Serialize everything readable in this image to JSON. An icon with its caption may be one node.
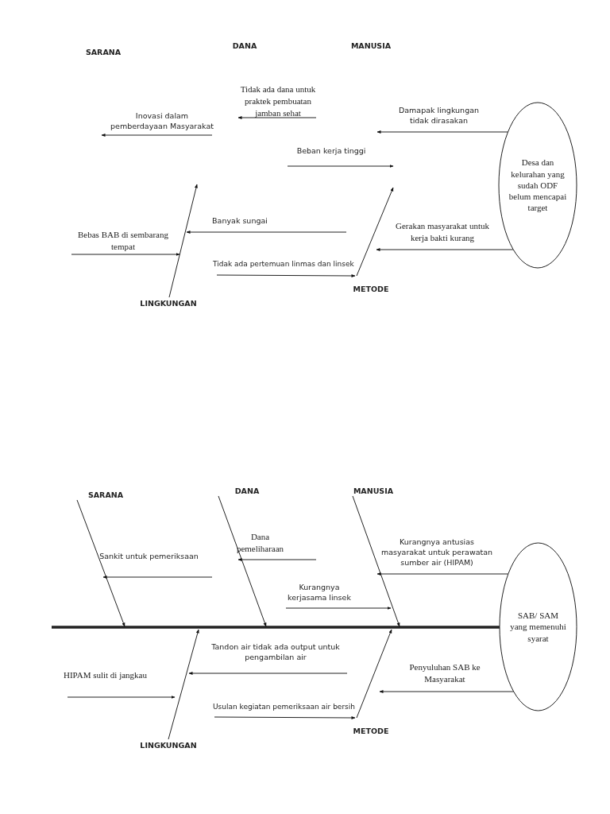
{
  "diagram": {
    "nodes": [
      {
        "text": [
          "Desa dan kelurahan yang sudah ODF belum mencapai target"
        ]
      },
      {
        "text": [
          "LINGKUNGAN"
        ]
      },
      {
        "text": [
          "METODE"
        ]
      },
      {
        "text": [
          "SARANA"
        ]
      },
      {
        "text": [
          "DANA"
        ]
      },
      {
        "text": [
          "MANUSIA"
        ]
      },
      {
        "text": [
          "SAB/ SAM yang memenuhi syarat"
        ]
      },
      {
        "text": [
          "LINGKUNGAN"
        ]
      },
      {
        "text": [
          "METODE"
        ]
      }
    ],
    "edges": [
      {
        "from": 0,
        "to": null,
        "arrow": "to",
        "label": "Damapak lingkungan tidak dirasakan"
      },
      {
        "from": 0,
        "to": null,
        "arrow": "to",
        "label": "Gerakan masyarakat untuk kerja bakti kurang"
      },
      {
        "from": 1,
        "to": null,
        "arrow": "to"
      },
      {
        "from": 2,
        "to": null,
        "arrow": "to"
      },
      {
        "from": null,
        "to": 6,
        "arrow": "none",
        "style": "thick"
      },
      {
        "from": 3,
        "to": null,
        "arrow": "to"
      },
      {
        "from": 4,
        "to": null,
        "arrow": "to"
      },
      {
        "from": 5,
        "to": null,
        "arrow": "to"
      },
      {
        "from": 6,
        "to": null,
        "arrow": "to",
        "label": "Kurangnya antusias masyarakat untuk perawatan sumber air (HIPAM)"
      },
      {
        "from": 6,
        "to": null,
        "arrow": "to",
        "label": "Penyuluhan SAB ke Masyarakat"
      },
      {
        "from": 7,
        "to": null,
        "arrow": "to"
      },
      {
        "from": 8,
        "to": null,
        "arrow": "to"
      },
      {
        "from": null,
        "to": 2,
        "arrow": "to",
        "label": "Tidak ada pertemuan linmas dan linsek"
      },
      {
        "from": null,
        "to": 8,
        "arrow": "to",
        "label": "Usulan kegiatan pemeriksaan air bersih"
      }
    ],
    "labels": [
      "SARANA",
      "DANA",
      "MANUSIA",
      "Tidak ada dana untuk praktek pembuatan jamban sehat",
      "Inovasi dalam pemberdayaan Masyarakat",
      "Beban kerja tinggi",
      "Bebas BAB di sembarang tempat",
      "Banyak sungai",
      "Dana pemeliharaan",
      "Sankit untuk pemeriksaan",
      "Kurangnya kerjasama linsek",
      "Tandon air tidak ada output untuk pengambilan air",
      "HIPAM sulit di jangkau"
    ]
  }
}
